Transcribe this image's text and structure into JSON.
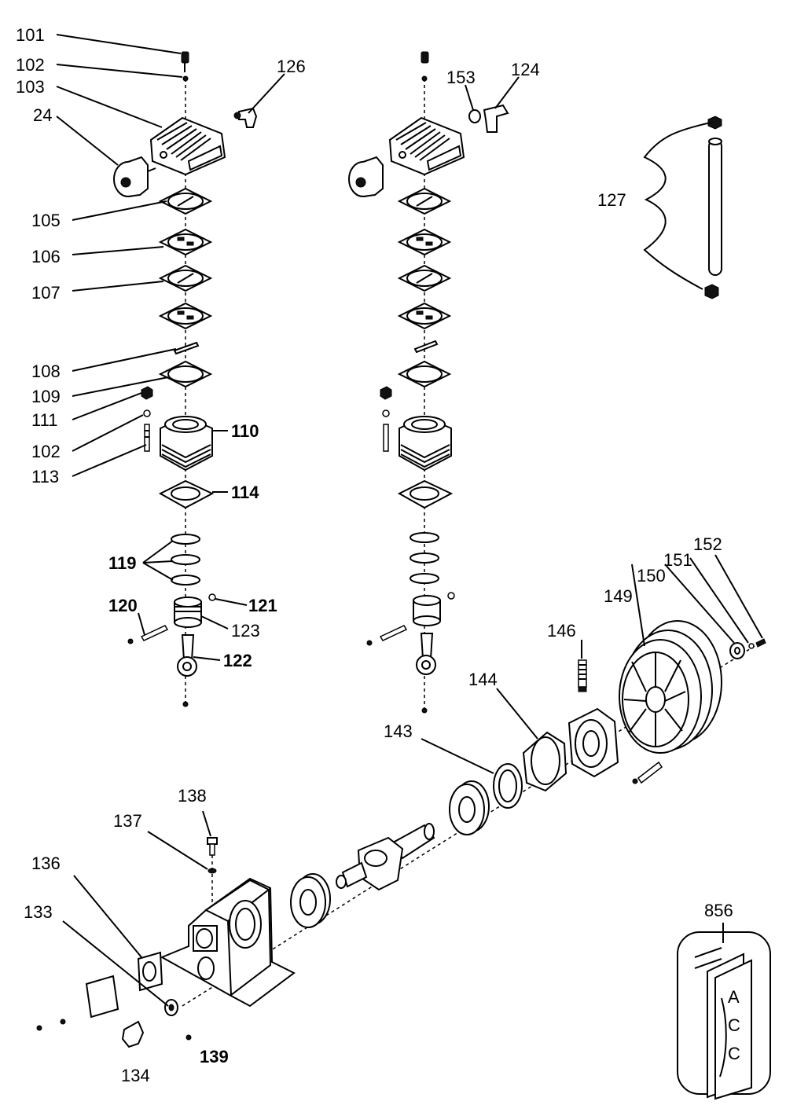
{
  "labels": {
    "l101": "101",
    "l102a": "102",
    "l103": "103",
    "l24": "24",
    "l126": "126",
    "l153": "153",
    "l124": "124",
    "l127": "127",
    "l105": "105",
    "l106": "106",
    "l107": "107",
    "l108": "108",
    "l109": "109",
    "l111": "111",
    "l102b": "102",
    "l113": "113",
    "l110": "110",
    "l114": "114",
    "l119": "119",
    "l120": "120",
    "l121": "121",
    "l123": "123",
    "l122": "122",
    "l146": "146",
    "l144": "144",
    "l143": "143",
    "l149": "149",
    "l150": "150",
    "l151": "151",
    "l152": "152",
    "l138": "138",
    "l137": "137",
    "l136": "136",
    "l133": "133",
    "l134": "134",
    "l139": "139",
    "l856": "856"
  },
  "kit_box": {
    "text_1": "A",
    "text_2": "C",
    "text_3": "C"
  }
}
